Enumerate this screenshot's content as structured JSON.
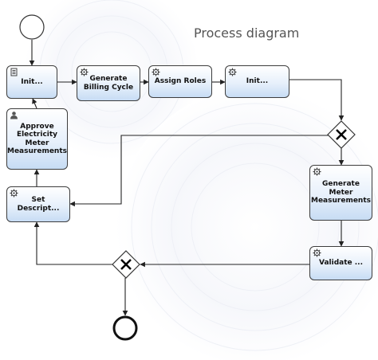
{
  "diagram": {
    "title": "Process diagram",
    "tasks": {
      "init_1": {
        "label": "Init...",
        "icon": "script-icon"
      },
      "generate_billing": {
        "label": "Generate\nBilling Cycle",
        "icon": "gear-icon"
      },
      "assign_roles": {
        "label": "Assign Roles",
        "icon": "gear-icon"
      },
      "init_2": {
        "label": "Init...",
        "icon": "gear-icon"
      },
      "approve": {
        "label": "Approve\nElectricity\nMeter\nMeasurements",
        "icon": "user-icon"
      },
      "set_description": {
        "label": "Set Descript...",
        "icon": "gear-icon"
      },
      "generate_meter": {
        "label": "Generate\nMeter\nMeasurements",
        "icon": "gear-icon"
      },
      "validate": {
        "label": "Validate ...",
        "icon": "gear-icon"
      }
    },
    "events": [
      "start-event",
      "end-event"
    ],
    "gateways": [
      "exclusive-gateway",
      "exclusive-gateway"
    ]
  }
}
